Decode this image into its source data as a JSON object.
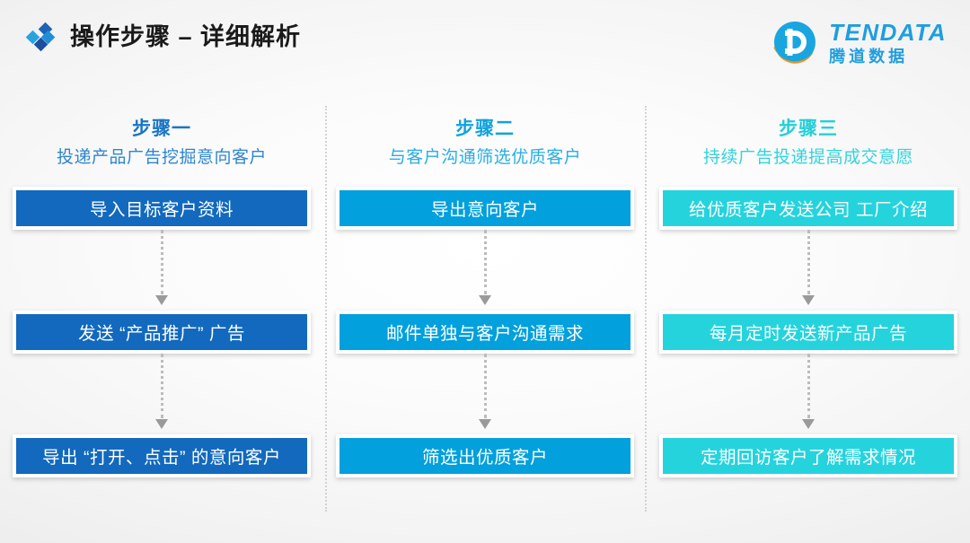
{
  "header": {
    "title": "操作步骤 – 详细解析",
    "bullet_icon": "diamond-cluster-icon"
  },
  "logo": {
    "mark_icon": "tendata-d-circle-icon",
    "name_en": "TENDATA",
    "name_cn": "腾道数据"
  },
  "colors": {
    "step1": "#1269bd",
    "step2": "#02a0dc",
    "step3": "#25d3dd",
    "title_text": "#1a1a1a",
    "brand_blue": "#1f9ede",
    "brand_orange": "#f29120",
    "divider": "#d2d2d2",
    "arrow": "#9a9a9a",
    "background": "#f2f2f2"
  },
  "columns": [
    {
      "title": "步骤一",
      "subtitle": "投递产品广告挖掘意向客户",
      "steps": [
        "导入目标客户资料",
        "发送 “产品推广” 广告",
        "导出 “打开、点击” 的意向客户"
      ]
    },
    {
      "title": "步骤二",
      "subtitle": "与客户沟通筛选优质客户",
      "steps": [
        "导出意向客户",
        "邮件单独与客户沟通需求",
        "筛选出优质客户"
      ]
    },
    {
      "title": "步骤三",
      "subtitle": "持续广告投递提高成交意愿",
      "steps": [
        "给优质客户发送公司 工厂介绍",
        "每月定时发送新产品广告",
        "定期回访客户了解需求情况"
      ]
    }
  ]
}
